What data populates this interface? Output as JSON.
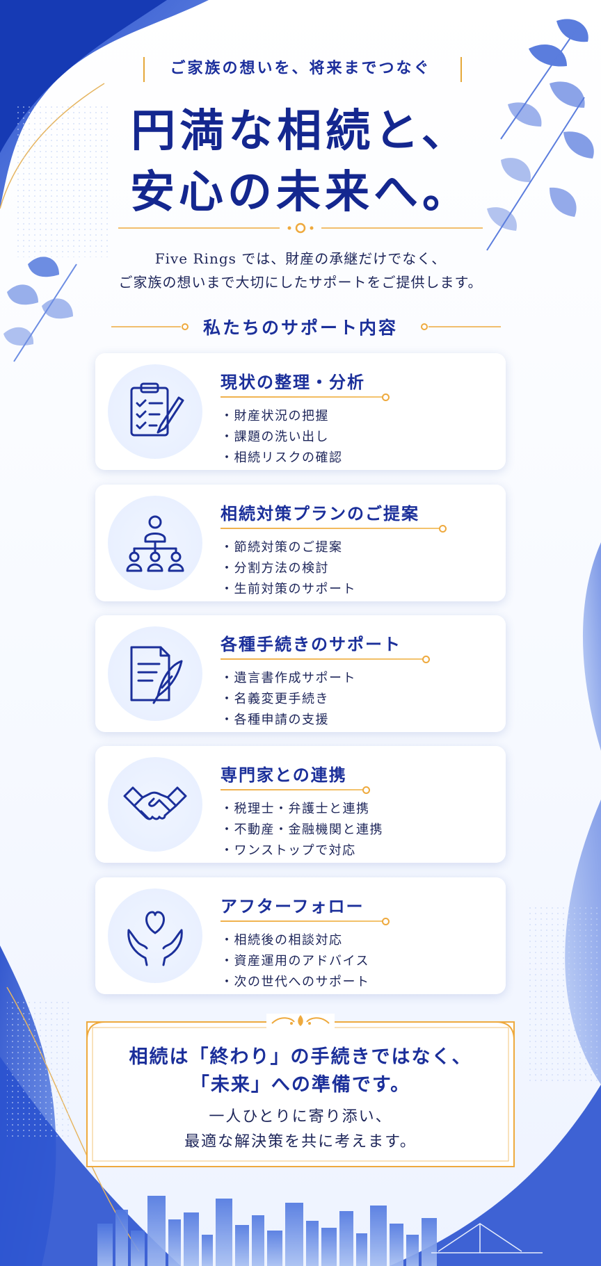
{
  "colors": {
    "navy": "#14278f",
    "royal_blue": "#1b2f9a",
    "gold": "#eea93d",
    "text_dark": "#1d2559"
  },
  "header": {
    "tagline": "ご家族の想いを、将来までつなぐ",
    "headline_line1": "円満な相続と、",
    "headline_line2": "安心の未来へ。"
  },
  "intro": {
    "line1": "Five Rings では、財産の承継だけでなく、",
    "line2": "ご家族の想いまで大切にしたサポートをご提供します。"
  },
  "section": {
    "title": "私たちのサポート内容"
  },
  "cards": [
    {
      "icon": "clipboard-checklist-icon",
      "title": "現状の整理・分析",
      "items": [
        "・財産状況の把握",
        "・課題の洗い出し",
        "・相続リスクの確認"
      ]
    },
    {
      "icon": "organization-chart-icon",
      "title": "相続対策プランのご提案",
      "items": [
        "・節続対策のご提案",
        "・分割方法の検討",
        "・生前対策のサポート"
      ]
    },
    {
      "icon": "document-quill-icon",
      "title": "各種手続きのサポート",
      "items": [
        "・遺言書作成サポート",
        "・名義変更手続き",
        "・各種申請の支援"
      ]
    },
    {
      "icon": "handshake-icon",
      "title": "専門家との連携",
      "items": [
        "・税理士・弁護士と連携",
        "・不動産・金融機関と連携",
        "・ワンストップで対応"
      ]
    },
    {
      "icon": "heart-hands-icon",
      "title": "アフターフォロー",
      "items": [
        "・相続後の相談対応",
        "・資産運用のアドバイス",
        "・次の世代へのサポート"
      ]
    }
  ],
  "closing": {
    "line1": "相続は「終わり」の手続きではなく、",
    "line2": "「未来」への準備です。",
    "line3": "一人ひとりに寄り添い、",
    "line4": "最適な解決策を共に考えます。"
  }
}
